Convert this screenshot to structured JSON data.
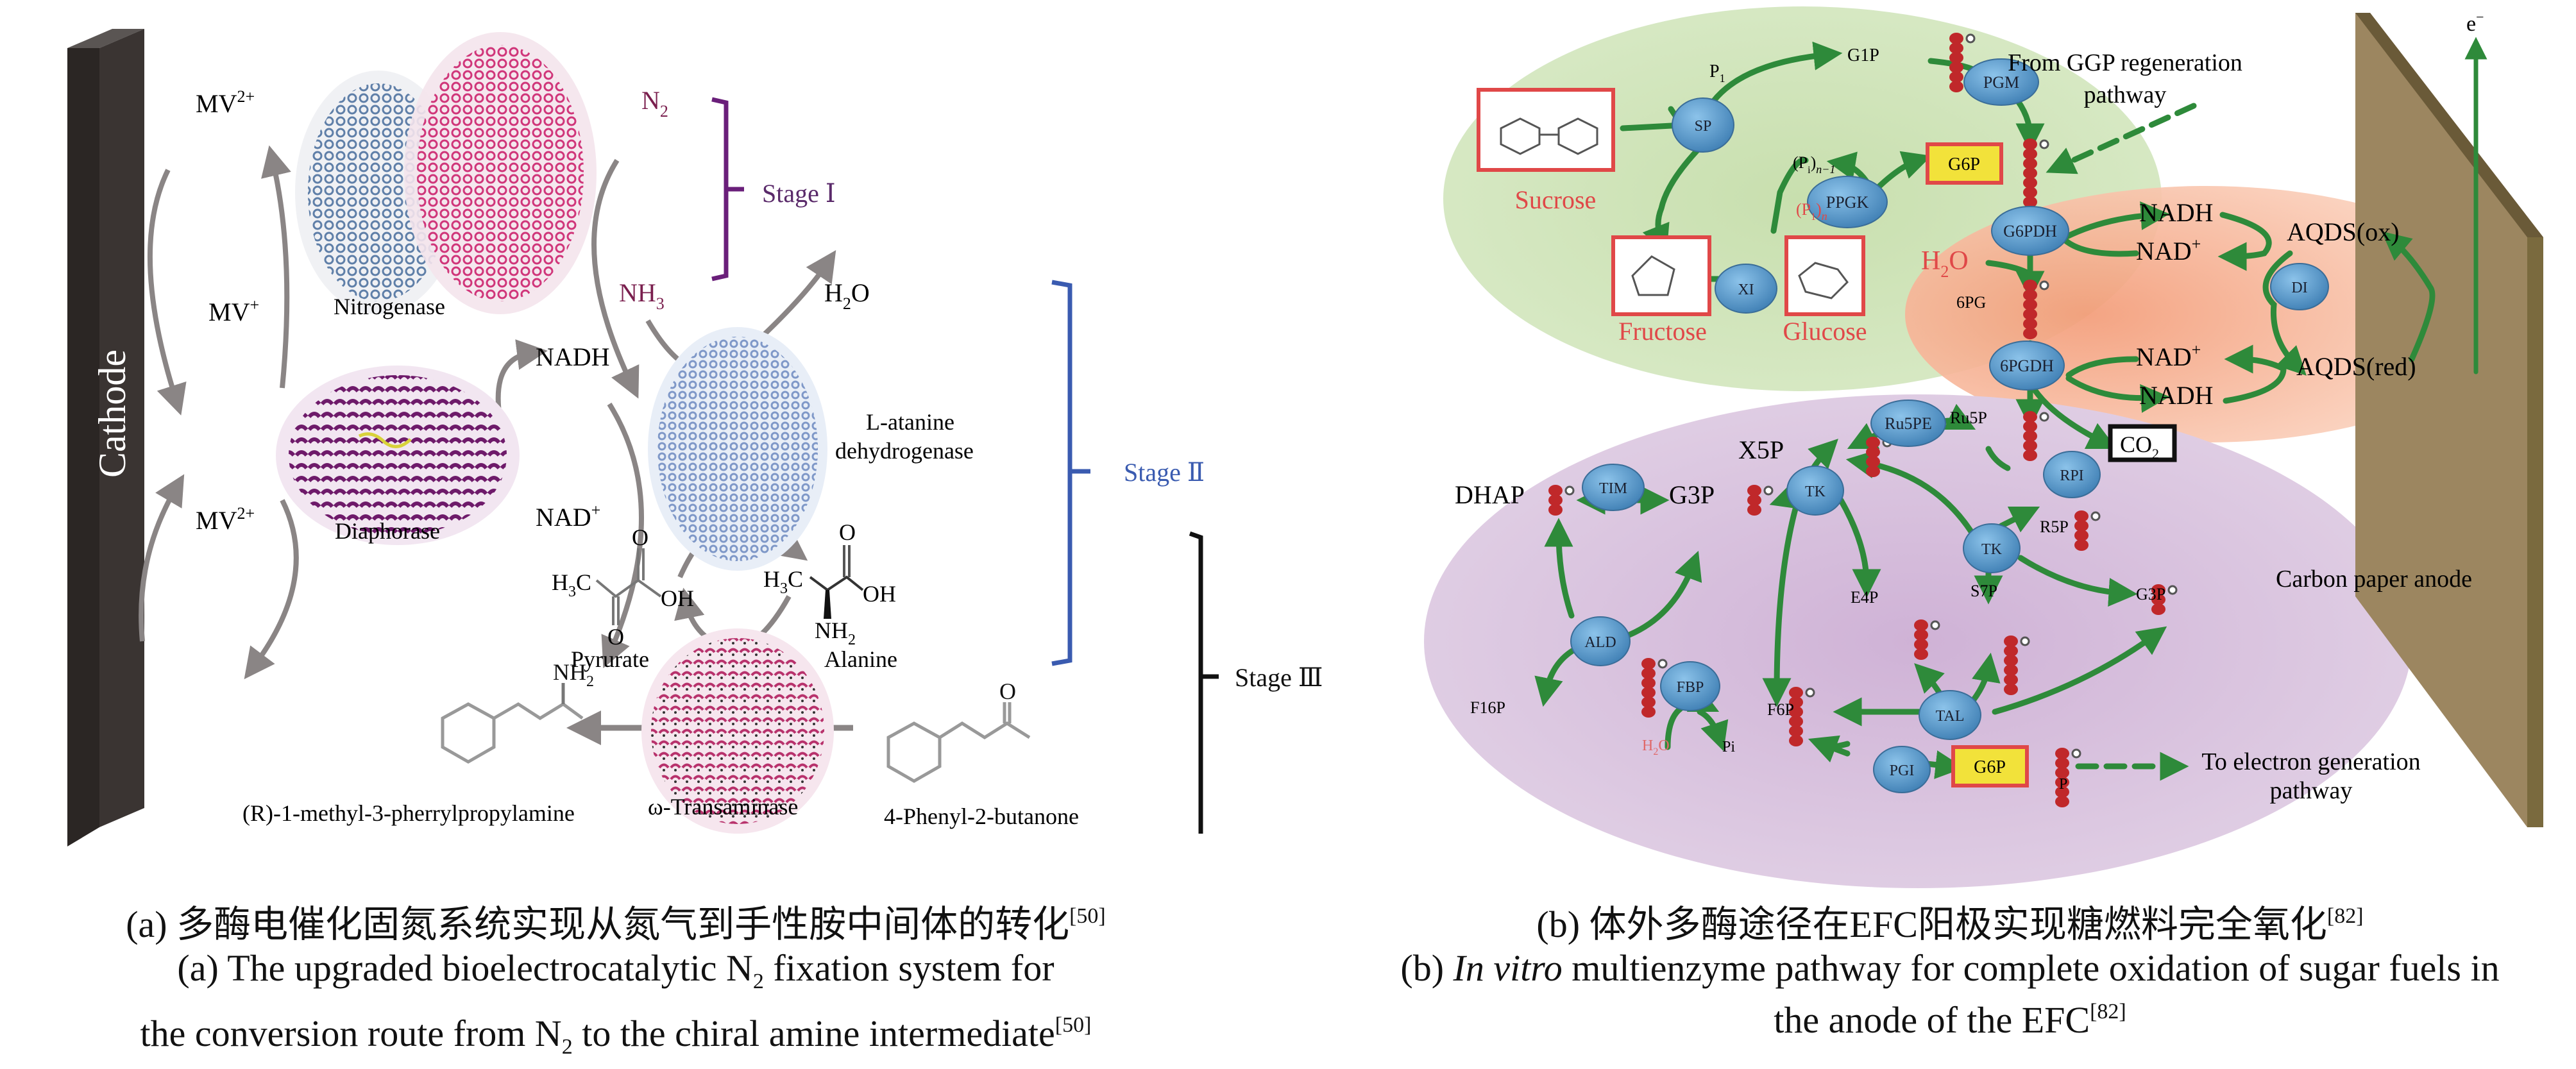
{
  "panel_a": {
    "electrode_label": "Cathode",
    "mv2_top": "MV",
    "mv2_top_sup": "2+",
    "mv_plus": "MV",
    "mv_plus_sup": "+",
    "mv2_bottom": "MV",
    "mv2_bottom_sup": "2+",
    "n2": "N",
    "n2_sub": "2",
    "nh3": "NH",
    "nh3_sub": "3",
    "h2o": "H",
    "h2o_sub": "2",
    "h2o_tail": "O",
    "nadh": "NADH",
    "nad": "NAD",
    "nad_sup": "+",
    "enzymes": {
      "nitrogenase": "Nitrogenase",
      "diaphorase": "Diaphorase",
      "ladh_line1": "L-atanine",
      "ladh_line2": "dehydrogenase",
      "transaminase": "ω-Transaminase"
    },
    "molecules": {
      "pyruvate": "Pyrurate",
      "alanine": "Alanine",
      "amine_product": "(R)-1-methyl-3-pherrylpropylamine",
      "ketone_substrate": "4-Phenyl-2-butanone",
      "o": "O",
      "oh": "OH",
      "h3c_h": "H",
      "h3c_3": "3",
      "h3c_c": "C",
      "nh2": "NH",
      "nh2_sub": "2"
    },
    "stages": [
      "Stage Ⅰ",
      "Stage Ⅱ",
      "Stage Ⅲ"
    ],
    "stage_colors": [
      "#6a1f7a",
      "#3a5bb0",
      "#111111"
    ],
    "caption_cn": "(a) 多酶电催化固氮系统实现从氮气到手性胺中间体的转化",
    "caption_ref": "[50]",
    "caption_en_1a": "(a) The upgraded bioelectrocatalytic N",
    "caption_en_1sub": "2",
    "caption_en_1b": " fixation system for",
    "caption_en_2a": "the conversion route from N",
    "caption_en_2sub": "2",
    "caption_en_2b": " to the chiral amine intermediate"
  },
  "panel_b": {
    "sugars": {
      "sucrose": "Sucrose",
      "fructose": "Fructose",
      "glucose": "Glucose"
    },
    "enzymes": {
      "sp": "SP",
      "pgm": "PGM",
      "ppgk": "PPGK",
      "xi": "XI",
      "g6pdh": "G6PDH",
      "6pgdh": "6PGDH",
      "di": "DI",
      "ru5pe": "Ru5PE",
      "rpi": "RPI",
      "tim": "TIM",
      "tk1": "TK",
      "tk2": "TK",
      "ald": "ALD",
      "fbp": "FBP",
      "tal": "TAL",
      "pgi": "PGI"
    },
    "metabolites": {
      "pi_top": "P",
      "pi_top_sub": "1",
      "g1p": "G1P",
      "g6p_top": "G6P",
      "pn1": "(P",
      "pn1_sub": "i",
      "pn1_tail": ")",
      "pn1_n": "n−1",
      "pn": "(P",
      "pn_sub": "1",
      "pn_tail": ")",
      "pn_n": "n",
      "h2o": "H",
      "h2o_sub": "2",
      "h2o_tail": "O",
      "6pg": "6PG",
      "ru5p": "Ru5P",
      "x5p": "X5P",
      "r5p": "R5P",
      "dhap": "DHAP",
      "g3p_left": "G3P",
      "g3p_right": "G3P",
      "e4p": "E4P",
      "s7p": "S7P",
      "f6p": "F6P",
      "f16p": "F16P",
      "pi": "Pi",
      "h2o_small": "H",
      "h2o_small_sub": "2",
      "h2o_small_tail": "O",
      "g6p_bottom": "G6P",
      "p_label": "P",
      "co2": "CO",
      "co2_sub": "2"
    },
    "cofactors": {
      "nadh_1": "NADH",
      "nad_1": "NAD",
      "nad_2": "NAD",
      "nadh_2": "NADH",
      "sup_plus": "+",
      "aqds_ox": "AQDS(ox)",
      "aqds_red": "AQDS(red)"
    },
    "electron": "e",
    "electron_sup": "−",
    "from_ggp_1": "From GGP regeneration",
    "from_ggp_2": "pathway",
    "to_electron_1": "To electron generation",
    "to_electron_2": "pathway",
    "anode_label": "Carbon paper anode",
    "colors": {
      "green_zone": "#cfe3b8",
      "orange_zone": "#f8c0a4",
      "purple_zone": "#d9c4de",
      "enzyme": "#5a9fd0",
      "arrow": "#2e8a3a",
      "bead": "#c0282a",
      "sugar_red": "#e04848",
      "g6p_fill": "#f2e23a",
      "anode": "#9c8660"
    },
    "caption_cn": "(b) 体外多酶途径在EFC阳极实现糖燃料完全氧化",
    "caption_ref": "[82]",
    "caption_en_1a": "(b) ",
    "caption_en_1i": "In vitro",
    "caption_en_1b": " multienzyme pathway for complete oxidation of sugar fuels in",
    "caption_en_2": "the anode of the EFC"
  }
}
